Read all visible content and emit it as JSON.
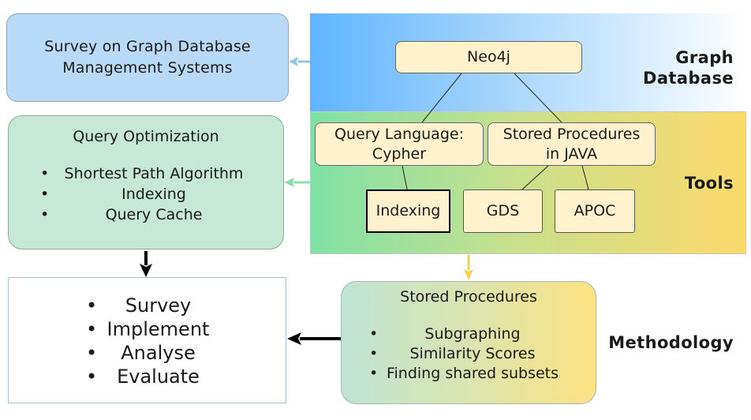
{
  "survey": {
    "line1": "Survey on Graph Database",
    "line2": "Management Systems"
  },
  "query_optimization": {
    "title": "Query Optimization",
    "items": [
      "Shortest Path Algorithm",
      "Indexing",
      "Query Cache"
    ]
  },
  "steps": {
    "items": [
      "Survey",
      "Implement",
      "Analyse",
      "Evaluate"
    ]
  },
  "graph_database": {
    "label_line1": "Graph",
    "label_line2": "Database",
    "neo4j": "Neo4j"
  },
  "tools": {
    "label": "Tools",
    "query_language": {
      "line1": "Query Language:",
      "line2": "Cypher"
    },
    "stored_procedures": {
      "line1": "Stored Procedures",
      "line2": "in JAVA"
    },
    "indexing": "Indexing",
    "gds": "GDS",
    "apoc": "APOC"
  },
  "methodology": {
    "label": "Methodology",
    "title": "Stored Procedures",
    "items": [
      "Subgraphing",
      "Similarity Scores",
      "Finding shared subsets"
    ]
  },
  "colors": {
    "arrow_blue": "#8ec4ef",
    "arrow_green": "#8edcb2",
    "arrow_yellow": "#f7cf55",
    "arrow_black": "#000000",
    "node_fill": "#fff2cc"
  }
}
